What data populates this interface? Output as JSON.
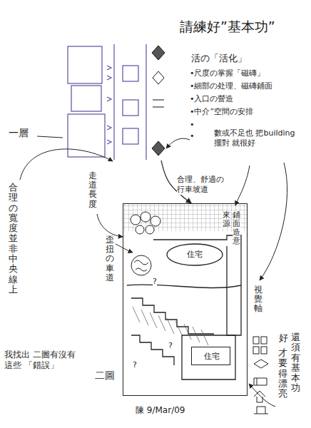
{
  "diagram": {
    "title": "請練好”基本功”",
    "nodes": [
      {
        "text": [
          "一層"
        ]
      },
      {
        "text": [
          "二圖"
        ]
      },
      {
        "text": [
          "住宅"
        ],
        "in": 1
      },
      {
        "text": [
          "住宅"
        ],
        "in": 1
      }
    ],
    "edges": [
      {
        "from": 0,
        "to": 1,
        "arrow": "to",
        "label": "合理、舒適の行車坡道"
      }
    ],
    "labels": [
      "活の「活化」",
      "•尺度の掌握「磁磚」",
      "•細部の处理、磁磚鋪面",
      "•入口の營造",
      "•中介”空間の安排",
      "•",
      "•",
      "數或不足也 把building擺對 就很好",
      "走道長度",
      "歪扭の車道",
      "合理の寬度並非中央線上",
      "鋪面造意",
      "來源",
      "視覺軸",
      "我找出 二圖有沒有這些 「錯誤」",
      "陳 9/Mar/09",
      "還須有基本功",
      "才要得漂亮",
      "好",
      "?",
      "?",
      "?"
    ]
  }
}
